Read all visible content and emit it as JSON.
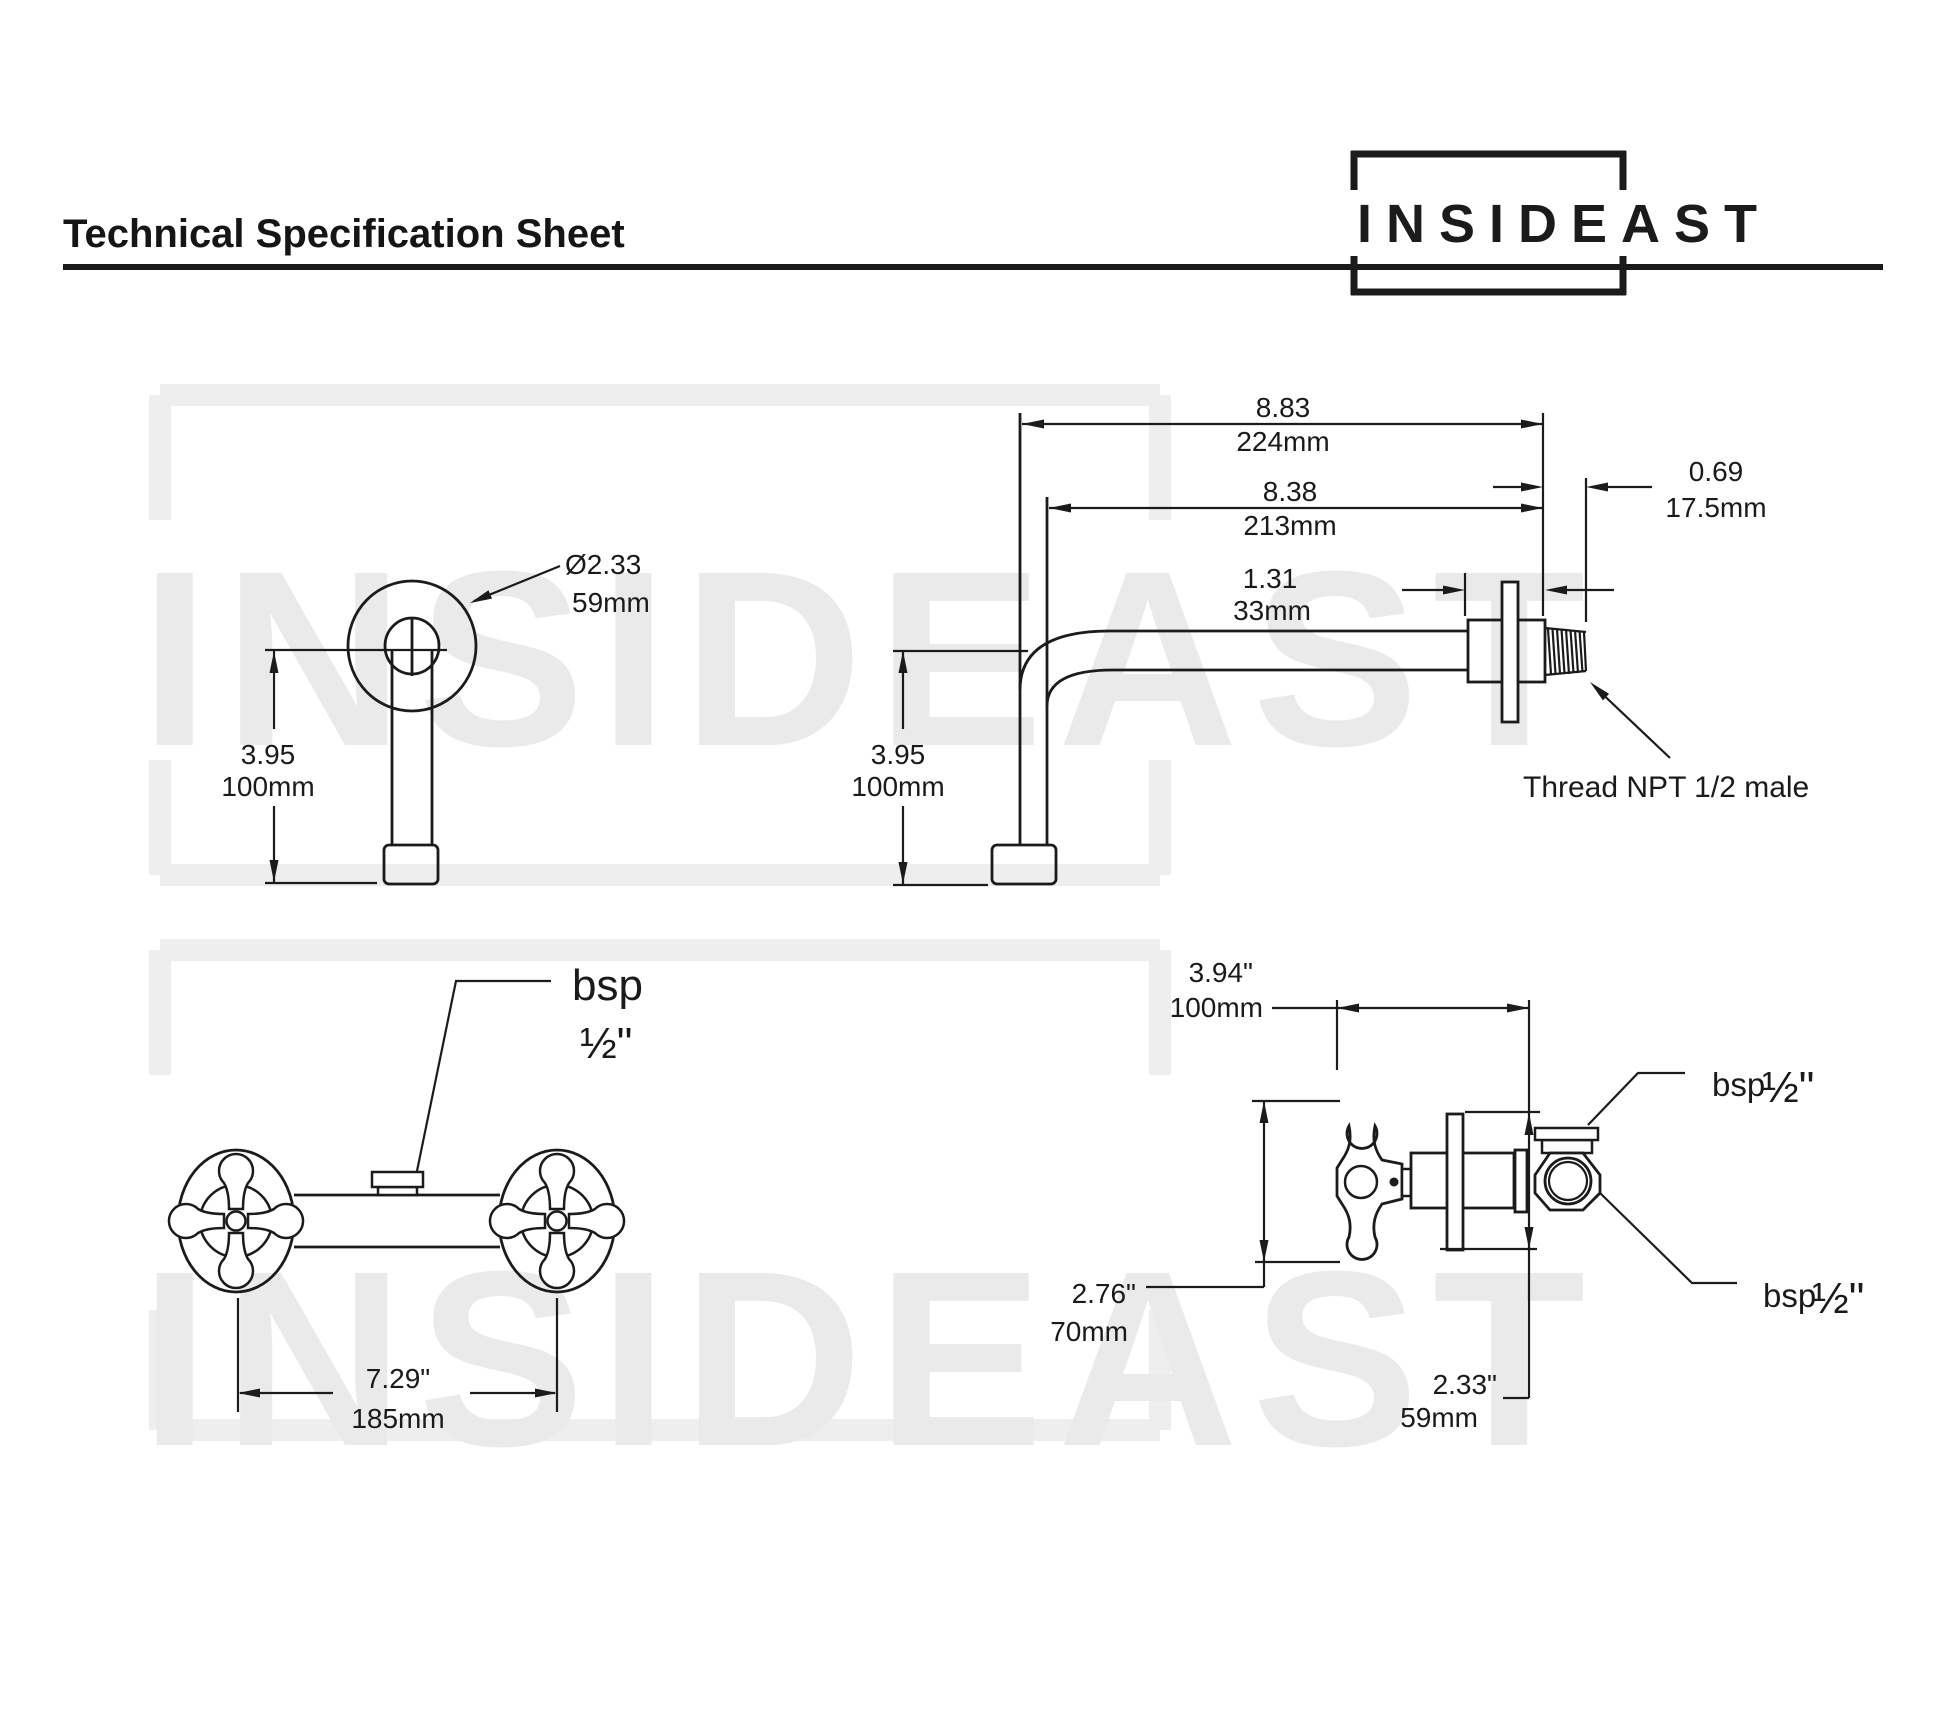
{
  "header": {
    "title": "Technical Specification Sheet",
    "brand": "INSIDEAST"
  },
  "watermark": {
    "text": "INSIDEAST"
  },
  "spout_front": {
    "dia_in": "Ø2.33",
    "dia_mm": "59mm",
    "h_in": "3.95",
    "h_mm": "100mm"
  },
  "spout_side": {
    "len_total_in": "8.83",
    "len_total_mm": "224mm",
    "len_in": "8.38",
    "len_mm": "213mm",
    "hub_in": "1.31",
    "hub_mm": "33mm",
    "h_in": "3.95",
    "h_mm": "100mm",
    "thread_in": "0.69",
    "thread_mm": "17.5mm",
    "thread_note": "Thread NPT 1/2 male"
  },
  "mixer_front": {
    "bsp": "bsp",
    "bsp_size": "½\"",
    "cc_in": "7.29\"",
    "cc_mm": "185mm"
  },
  "valve_side": {
    "depth_in": "3.94\"",
    "depth_mm": "100mm",
    "handle_in": "2.76\"",
    "handle_mm": "70mm",
    "flange_in": "2.33\"",
    "flange_mm": "59mm",
    "bsp_top": "bsp",
    "bsp_top_size": "½\"",
    "bsp_bottom": "bsp",
    "bsp_bottom_size": "½\""
  }
}
